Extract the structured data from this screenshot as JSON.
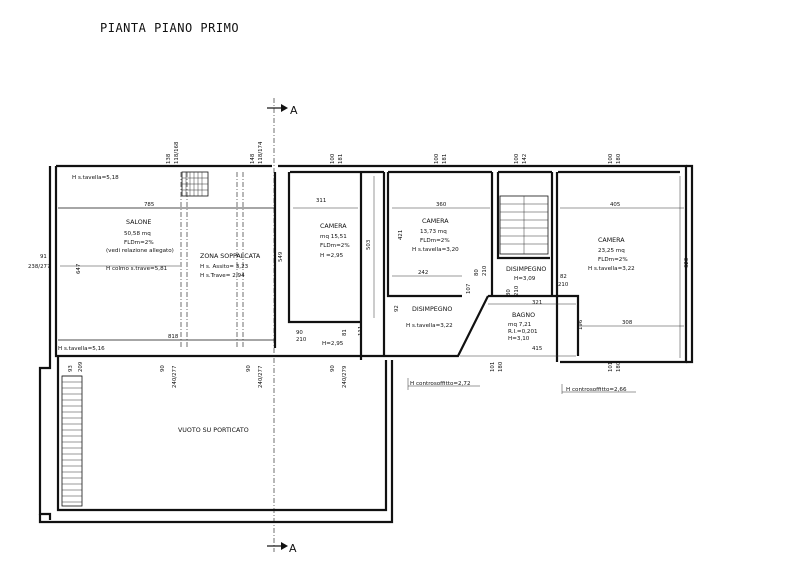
{
  "title": "PIANTA PIANO PRIMO",
  "section_marker": "A",
  "rooms": {
    "salone": {
      "name": "SALONE",
      "area": "50,58 mq",
      "fldm": "FLDm=2%",
      "note": "(vedi relazione allegato)",
      "h_colmo": "H colmo s.trave=5,81"
    },
    "zona_soppalcata": {
      "name": "ZONA SOPPALCATA",
      "h_assito": "H s. Assito= 3,23",
      "h_trave": "H s.Trave= 2,94"
    },
    "camera1": {
      "name": "CAMERA",
      "area": "mq 15,51",
      "fldm": "FLDm=2%",
      "height": "H =2,95"
    },
    "camera2": {
      "name": "CAMERA",
      "area": "13,73 mq",
      "fldm": "FLDm=2%",
      "height": "H s.tavella=3,20"
    },
    "disimpegno1": {
      "name": "DISIMPEGNO",
      "height": "H=3,09"
    },
    "camera3": {
      "name": "CAMERA",
      "area": "23,25 mq",
      "fldm": "FLDm=2%",
      "height": "H s.tavella=3,22"
    },
    "disimpegno2": {
      "name": "DISIMPEGNO",
      "height": "H s.tavella=3,22"
    },
    "bagno": {
      "name": "BAGNO",
      "area": "mq 7,21",
      "ri": "R.I.=0,201",
      "height": "H=3,10"
    },
    "vuoto": {
      "name": "VUOTO SU PORTICATO"
    }
  },
  "heights": {
    "h1": "H s.tavella=5,18",
    "h2": "H s.tavella=5,16",
    "h3": "H=2,95",
    "controsoffitto1": "H controsoffitto=2,72",
    "controsoffitto2": "H controsoffitto=2,66"
  },
  "dimensions": {
    "d785": "785",
    "d818": "818",
    "d647": "647",
    "d91": "91",
    "d238": "238/277",
    "d138": "138",
    "d118": "118/168",
    "d148": "148",
    "d118b": "118/174",
    "d100a": "100",
    "d181a": "181",
    "d311": "311",
    "d503": "503",
    "d549": "549",
    "d100b": "100",
    "d181b": "181",
    "d360": "360",
    "d421": "421",
    "d242": "242",
    "d107": "107",
    "d80a": "80",
    "d210a": "210",
    "d100c": "100",
    "d142": "142",
    "d100d": "100",
    "d180": "180",
    "d405": "405",
    "d623": "623",
    "d82": "82",
    "d210b": "210",
    "d92": "92",
    "d80b": "80",
    "d210c": "210",
    "d321": "321",
    "d196": "196",
    "d308": "308",
    "d81": "81",
    "d111": "111",
    "d90a": "90",
    "d210d": "210",
    "d415": "415",
    "d101a": "101",
    "d180b": "180",
    "d101b": "101",
    "d180c": "180",
    "d90b": "90",
    "d240a": "240/277",
    "d90c": "90",
    "d240b": "240/277",
    "d90d": "90",
    "d240c": "240/279",
    "d93": "93",
    "d209": "209"
  }
}
